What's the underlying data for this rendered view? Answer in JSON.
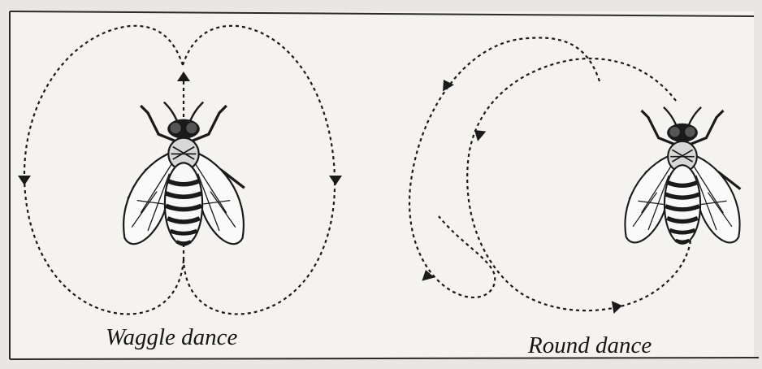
{
  "figure": {
    "panels": [
      {
        "id": "waggle",
        "caption": "Waggle dance"
      },
      {
        "id": "round",
        "caption": "Round dance"
      }
    ],
    "colors": {
      "paper": "#f4f3f0",
      "ink": "#1a1a1a",
      "frame": "#2a2a2a"
    }
  }
}
